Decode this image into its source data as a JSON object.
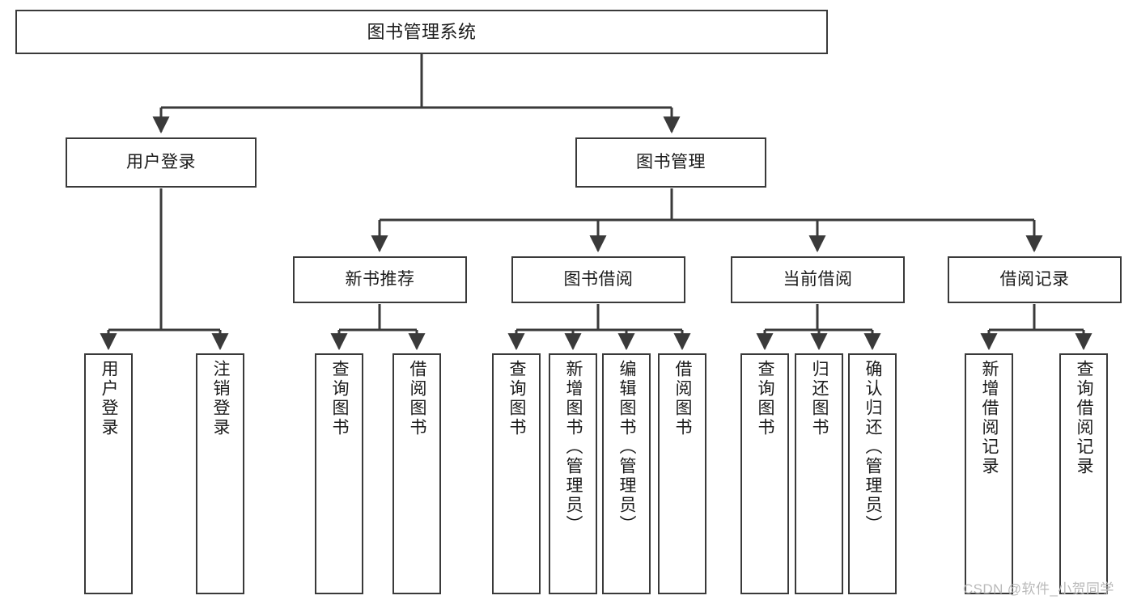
{
  "diagram": {
    "type": "tree",
    "title": "图书管理系统",
    "orientation": "top-down",
    "stroke_color": "#3a3a3a",
    "fill_color": "#ffffff",
    "text_color": "#1b1b1b",
    "levels": [
      {
        "level": 1,
        "nodes": [
          {
            "id": "root",
            "label": "图书管理系统",
            "text_dir": "horizontal"
          }
        ]
      },
      {
        "level": 2,
        "nodes": [
          {
            "id": "login",
            "label": "用户登录",
            "parent": "root",
            "text_dir": "horizontal"
          },
          {
            "id": "bookmgr",
            "label": "图书管理",
            "parent": "root",
            "text_dir": "horizontal"
          }
        ]
      },
      {
        "level": 3,
        "nodes": [
          {
            "id": "newbook",
            "label": "新书推荐",
            "parent": "bookmgr",
            "text_dir": "horizontal"
          },
          {
            "id": "borrow",
            "label": "图书借阅",
            "parent": "bookmgr",
            "text_dir": "horizontal"
          },
          {
            "id": "current",
            "label": "当前借阅",
            "parent": "bookmgr",
            "text_dir": "horizontal"
          },
          {
            "id": "records",
            "label": "借阅记录",
            "parent": "bookmgr",
            "text_dir": "horizontal"
          }
        ]
      },
      {
        "level": 4,
        "nodes": [
          {
            "id": "leaf-user-login",
            "label": "用户登录",
            "parent": "login",
            "text_dir": "vertical"
          },
          {
            "id": "leaf-user-logout",
            "label": "注销登录",
            "parent": "login",
            "text_dir": "vertical"
          },
          {
            "id": "leaf-new-query",
            "label": "查询图书",
            "parent": "newbook",
            "text_dir": "vertical"
          },
          {
            "id": "leaf-new-borrow",
            "label": "借阅图书",
            "parent": "newbook",
            "text_dir": "vertical"
          },
          {
            "id": "leaf-borrow-query",
            "label": "查询图书",
            "parent": "borrow",
            "text_dir": "vertical"
          },
          {
            "id": "leaf-borrow-add",
            "label": "新增图书（管理员）",
            "parent": "borrow",
            "text_dir": "vertical"
          },
          {
            "id": "leaf-borrow-edit",
            "label": "编辑图书（管理员）",
            "parent": "borrow",
            "text_dir": "vertical"
          },
          {
            "id": "leaf-borrow-lend",
            "label": "借阅图书",
            "parent": "borrow",
            "text_dir": "vertical"
          },
          {
            "id": "leaf-current-query",
            "label": "查询图书",
            "parent": "current",
            "text_dir": "vertical"
          },
          {
            "id": "leaf-current-return",
            "label": "归还图书",
            "parent": "current",
            "text_dir": "vertical"
          },
          {
            "id": "leaf-current-confirm",
            "label": "确认归还（管理员）",
            "parent": "current",
            "text_dir": "vertical"
          },
          {
            "id": "leaf-record-add",
            "label": "新增借阅记录",
            "parent": "records",
            "text_dir": "vertical"
          },
          {
            "id": "leaf-record-query",
            "label": "查询借阅记录",
            "parent": "records",
            "text_dir": "vertical"
          }
        ]
      }
    ]
  },
  "watermark": {
    "text": "CSDN @软件_小贺同学"
  }
}
